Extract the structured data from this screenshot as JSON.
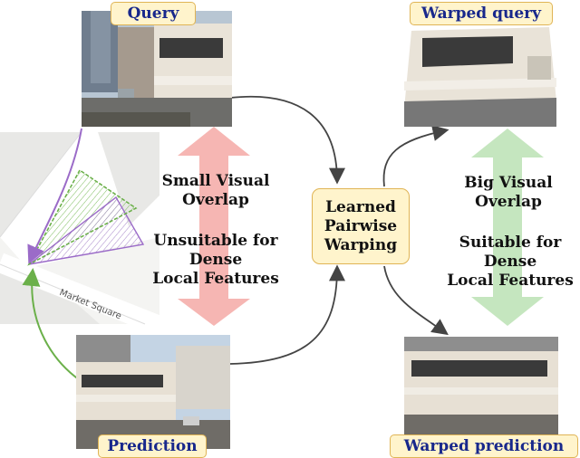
{
  "labels": {
    "query": "Query",
    "warped_query": "Warped query",
    "prediction": "Prediction",
    "warped_prediction": "Warped prediction"
  },
  "center": {
    "line1": "Learned",
    "line2": "Pairwise",
    "line3": "Warping"
  },
  "left_note": {
    "overlap_line1": "Small Visual",
    "overlap_line2": "Overlap",
    "suit_line1": "Unsuitable for",
    "suit_line2": "Dense",
    "suit_line3": "Local Features"
  },
  "right_note": {
    "overlap_line1": "Big Visual",
    "overlap_line2": "Overlap",
    "suit_line1": "Suitable for",
    "suit_line2": "Dense",
    "suit_line3": "Local Features"
  },
  "map": {
    "street_label": "Market Square"
  },
  "colors": {
    "bad_arrow": "#f4a9a6",
    "good_arrow": "#bfe3b8",
    "query_ray": "#9b6bc8",
    "prediction_ray": "#6bb04a",
    "label_fill": "#fff4cc",
    "label_border": "#e0b455",
    "label_text": "#18288c"
  }
}
